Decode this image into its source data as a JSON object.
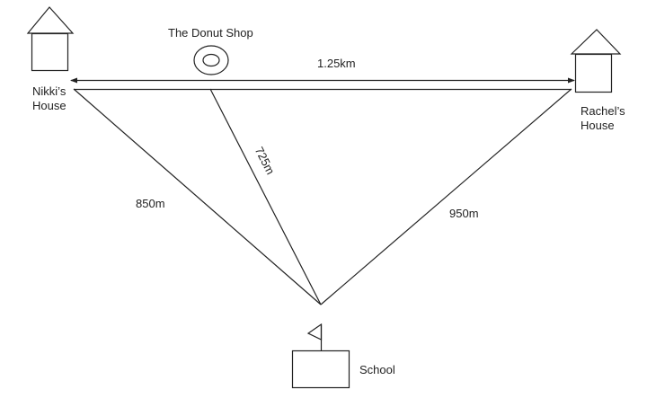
{
  "diagram": {
    "locations": {
      "nikki": {
        "line1": "Nikki’s",
        "line2": "House"
      },
      "rachel": {
        "line1": "Rachel’s",
        "line2": "House"
      },
      "donut_shop": {
        "label": "The Donut Shop"
      },
      "school": {
        "label": "School"
      }
    },
    "distances": {
      "nikki_rachel": "1.25km",
      "nikki_school": "850m",
      "donut_school": "725m",
      "rachel_school": "950m"
    },
    "colors": {
      "stroke": "#222222",
      "background": "#ffffff"
    }
  }
}
